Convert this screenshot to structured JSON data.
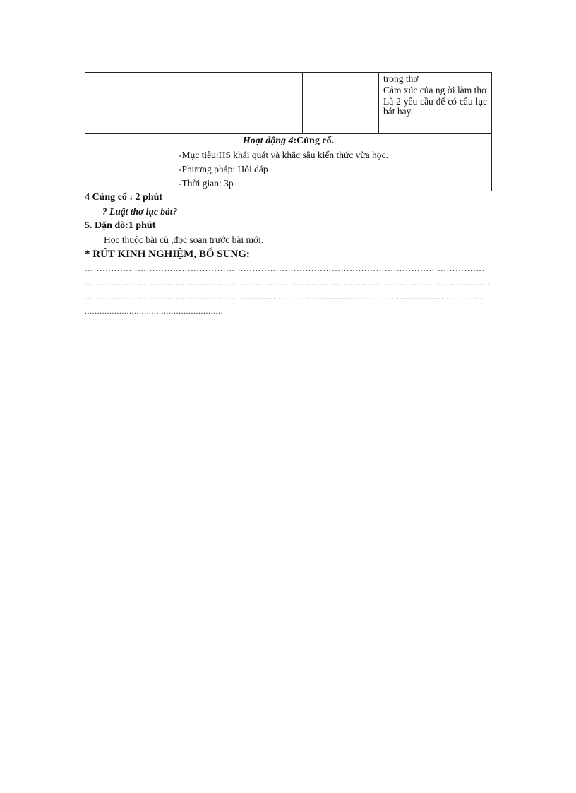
{
  "table": {
    "row1_col3": [
      "trong thơ",
      "Cảm xúc của ng    ời làm thơ",
      "Là 2 yêu cầu để có câu lục bát hay."
    ],
    "activity": {
      "title_italic": "Hoạt động 4",
      "title_rest": ":Củng cố.",
      "lines": [
        "-Mục tiêu:HS  khái quát và khắc sâu kiến thức vừa học.",
        "-Phương pháp: Hỏi đáp",
        "-Thời gian:  3p"
      ]
    }
  },
  "section4": {
    "heading": "4 Củng cố : 2 phút",
    "question": "? Luật thơ lục bát?"
  },
  "section5": {
    "heading": "5. Dặn dò:1 phút",
    "text": "Học thuộc bài cũ ,đọc soạn trước bài mới."
  },
  "review": {
    "heading": "* RÚT KINH NGHIỆM, BỔ SUNG:",
    "lines": [
      "…………………………………………………………………………………………………………………………",
      "…………………………………………………………………………………………………………………………",
      "………………………………………………..............................................................................................................",
      "................................................................."
    ]
  }
}
